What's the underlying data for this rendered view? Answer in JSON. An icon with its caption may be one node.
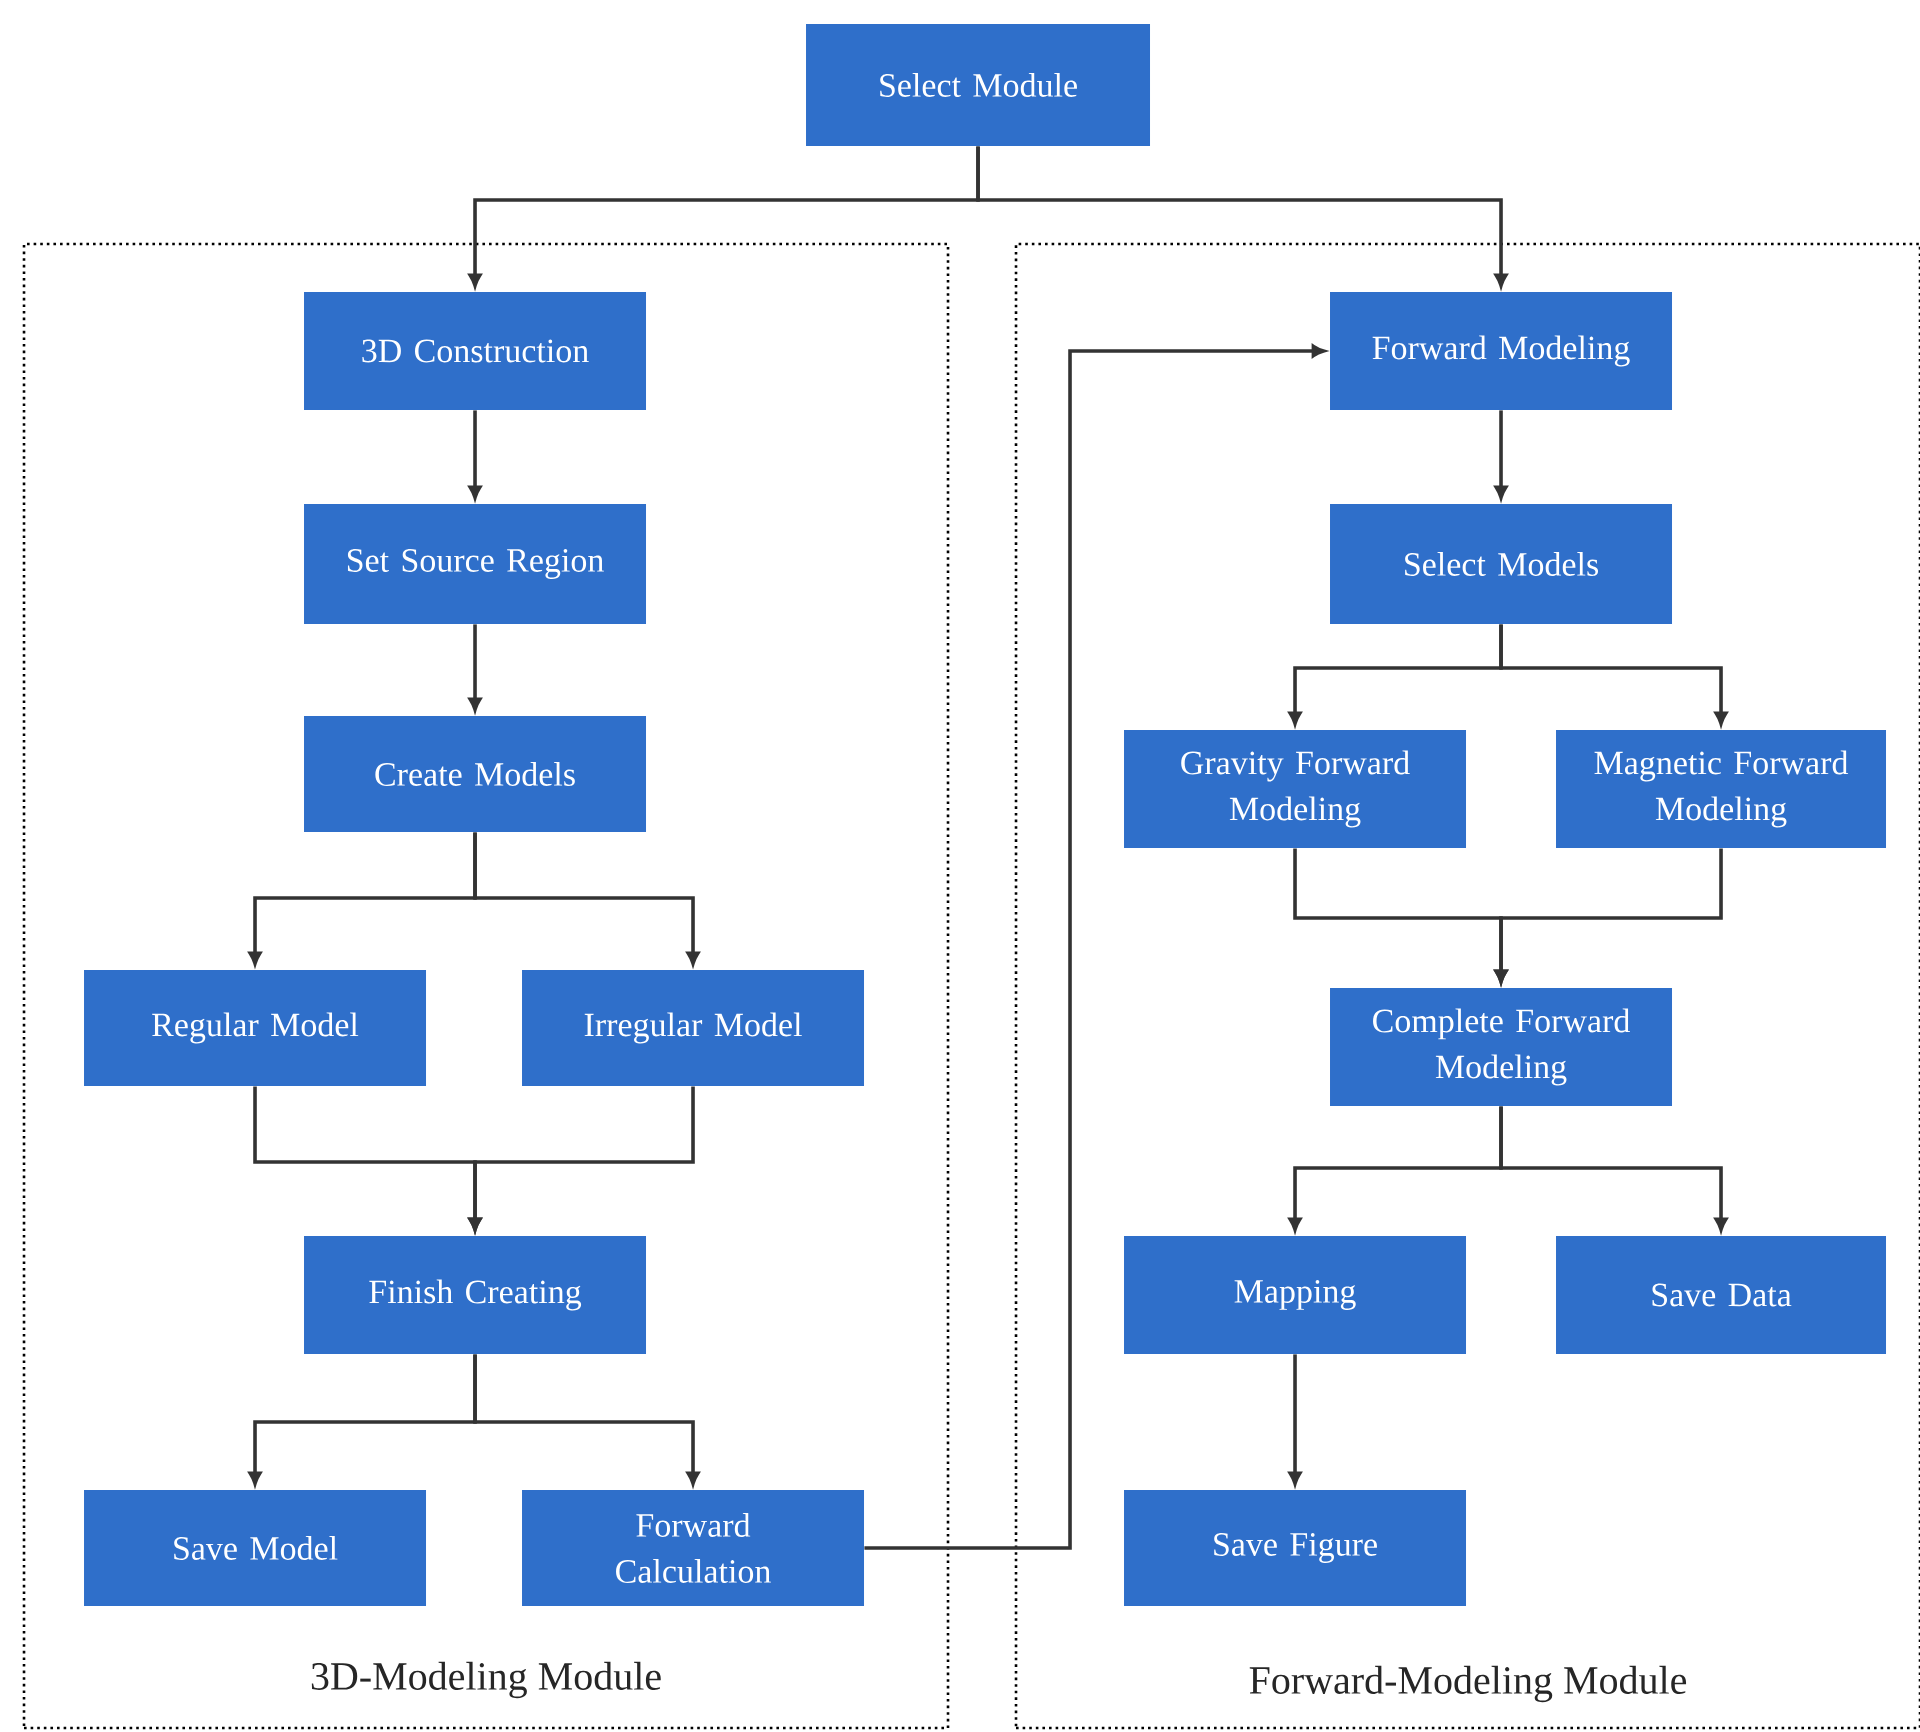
{
  "diagram": {
    "nodes": [
      {
        "text": [
          "Select Module"
        ]
      },
      {
        "text": [
          "3D-Modeling Module"
        ]
      },
      {
        "text": [
          "Forward-Modeling Module"
        ]
      },
      {
        "text": [
          "3D Construction"
        ],
        "in": 1
      },
      {
        "text": [
          "Set Source Region"
        ],
        "in": 1
      },
      {
        "text": [
          "Create Models"
        ],
        "in": 1
      },
      {
        "text": [
          "Regular Model"
        ],
        "in": 1
      },
      {
        "text": [
          "Irregular Model"
        ],
        "in": 1
      },
      {
        "text": [
          "Finish Creating"
        ],
        "in": 1
      },
      {
        "text": [
          "Save Model"
        ],
        "in": 1
      },
      {
        "text": [
          "Forward Calculation"
        ],
        "in": 1
      },
      {
        "text": [
          "Forward Modeling"
        ],
        "in": 2
      },
      {
        "text": [
          "Select Models"
        ],
        "in": 2
      },
      {
        "text": [
          "Gravity Forward Modeling"
        ],
        "in": 2
      },
      {
        "text": [
          "Magnetic Forward Modeling"
        ],
        "in": 2
      },
      {
        "text": [
          "Complete Forward Modeling"
        ],
        "in": 2
      },
      {
        "text": [
          "Mapping"
        ],
        "in": 2
      },
      {
        "text": [
          "Save Data"
        ],
        "in": 2
      },
      {
        "text": [
          "Save Figure"
        ],
        "in": 2
      }
    ],
    "edges": [
      {
        "from": 0,
        "to": 3,
        "arrow": "to"
      },
      {
        "from": 0,
        "to": 11,
        "arrow": "to"
      },
      {
        "from": 3,
        "to": 4,
        "arrow": "to"
      },
      {
        "from": 4,
        "to": 5,
        "arrow": "to"
      },
      {
        "from": 5,
        "to": 6,
        "arrow": "to"
      },
      {
        "from": 5,
        "to": 7,
        "arrow": "to"
      },
      {
        "from": 6,
        "to": 8,
        "arrow": "to"
      },
      {
        "from": 7,
        "to": 8,
        "arrow": "to"
      },
      {
        "from": 8,
        "to": 9,
        "arrow": "to"
      },
      {
        "from": 8,
        "to": 10,
        "arrow": "to"
      },
      {
        "from": 10,
        "to": 11,
        "arrow": "to"
      },
      {
        "from": 11,
        "to": 12,
        "arrow": "to"
      },
      {
        "from": 12,
        "to": 13,
        "arrow": "to"
      },
      {
        "from": 12,
        "to": 14,
        "arrow": "to"
      },
      {
        "from": 13,
        "to": 15,
        "arrow": "to"
      },
      {
        "from": 14,
        "to": 15,
        "arrow": "to"
      },
      {
        "from": 15,
        "to": 16,
        "arrow": "to"
      },
      {
        "from": 15,
        "to": 17,
        "arrow": "to"
      },
      {
        "from": 16,
        "to": 18,
        "arrow": "to"
      }
    ]
  }
}
